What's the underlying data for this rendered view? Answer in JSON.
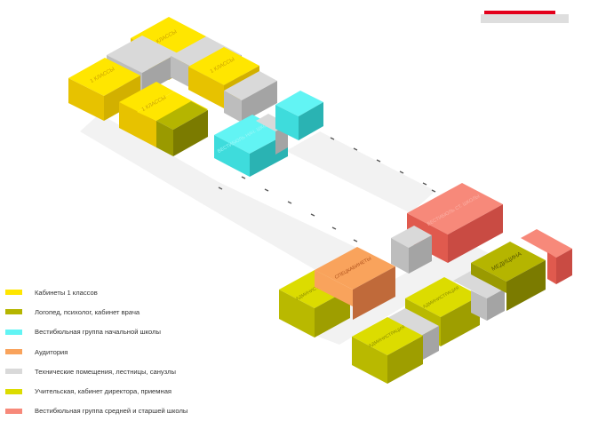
{
  "block_labels": {
    "class1_a": "1 КЛАССЫ",
    "class1_b": "1 КЛАССЫ",
    "class1_c": "1 КЛАССЫ",
    "class1_d": "1 КЛАССЫ",
    "vestibule_primary": "ВЕСТИБЮЛЬ НАЧ. ШКОЛЫ",
    "auditorium": "СПЕЦКАБИНЕТЫ",
    "admin_a": "АДМИНИСТРАЦИЯ",
    "admin_b": "АДМИНИСТРАЦИЯ",
    "admin_c": "АДМИНИСТРАЦИЯ",
    "medical": "МЕДИЦИНА",
    "vestibule_senior": "ВЕСТИБЮЛЬ СТ. ШКОЛЫ"
  },
  "legend": [
    {
      "label": "Кабинеты 1 классов",
      "color": "#ffe600"
    },
    {
      "label": "Логопед, психолог, кабинет врача",
      "color": "#b5b500"
    },
    {
      "label": "Вестибюльная группа начальной школы",
      "color": "#62f4f4"
    },
    {
      "label": "Аудитория",
      "color": "#f9a35c"
    },
    {
      "label": "Технические помещения, лестницы, санузлы",
      "color": "#d9d9d9"
    },
    {
      "label": "Учительская, кабинет директора, приемная",
      "color": "#dcdc00"
    },
    {
      "label": "Вестибюльная группа средней и старшей школы",
      "color": "#f7897a"
    }
  ],
  "colors": {
    "scale_bar": "#e3001b",
    "class_top": "#ffe600",
    "class_left": "#e7c200",
    "class_right": "#d2b000",
    "tech_top": "#d9d9d9",
    "tech_left": "#bdbdbd",
    "tech_right": "#a4a4a4",
    "olive_top": "#b5b500",
    "olive_left": "#9a9a00",
    "olive_right": "#7b7b00",
    "cyan_top": "#62f4f4",
    "cyan_left": "#3edcdc",
    "cyan_right": "#2ab3b3",
    "aud_top": "#f9a35c",
    "aud_right": "#c06a3a",
    "admin_top": "#dcdc00",
    "admin_left": "#b9b900",
    "admin_right": "#9e9e00",
    "coral_top": "#f7897a",
    "coral_left": "#e05a4e",
    "coral_right": "#c94b43"
  }
}
